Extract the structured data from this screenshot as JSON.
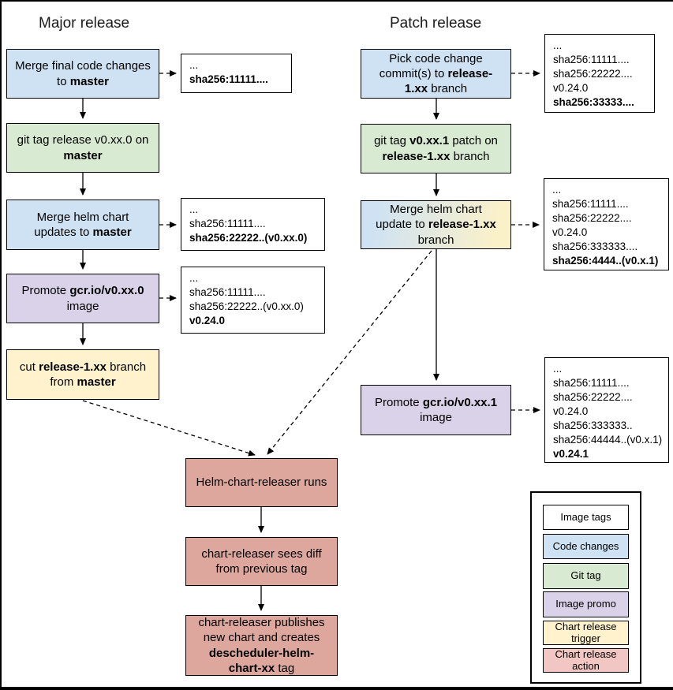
{
  "titles": {
    "major": "Major release",
    "patch": "Patch release"
  },
  "colors": {
    "code_changes": "#cfe2f3",
    "git_tag": "#d9ead3",
    "image_promo": "#d9d2e9",
    "chart_release_trigger": "#fff2cc",
    "chart_release_action": "#dda79e",
    "legend_action": "#f2c7c3",
    "image_tags": "#ffffff",
    "gradient_from": "#cfe2f3",
    "gradient_to": "#fbf1c9",
    "border": "#000000"
  },
  "major_flow": {
    "step1": [
      {
        "t": "Merge final code changes to ",
        "b": false
      },
      {
        "t": "master",
        "b": true
      }
    ],
    "step2": [
      {
        "t": "git tag release v0.xx.0 on ",
        "b": false
      },
      {
        "t": "master",
        "b": true
      }
    ],
    "step3": [
      {
        "t": "Merge helm chart updates to ",
        "b": false
      },
      {
        "t": "master",
        "b": true
      }
    ],
    "step4": [
      {
        "t": "Promote ",
        "b": false
      },
      {
        "t": "gcr.io/v0.xx.0",
        "b": true
      },
      {
        "t": " image",
        "b": false
      }
    ],
    "step5": [
      {
        "t": "cut ",
        "b": false
      },
      {
        "t": "release-1.xx",
        "b": true
      },
      {
        "t": " branch from ",
        "b": false
      },
      {
        "t": "master",
        "b": true
      }
    ]
  },
  "patch_flow": {
    "step1": [
      {
        "t": "Pick code change commit(s) to ",
        "b": false
      },
      {
        "t": "release-1.xx",
        "b": true
      },
      {
        "t": " branch",
        "b": false
      }
    ],
    "step2": [
      {
        "t": "git tag ",
        "b": false
      },
      {
        "t": "v0.xx.1",
        "b": true
      },
      {
        "t": " patch on ",
        "b": false
      },
      {
        "t": "release-1.xx",
        "b": true
      },
      {
        "t": " branch",
        "b": false
      }
    ],
    "step3": [
      {
        "t": "Merge helm chart update to ",
        "b": false
      },
      {
        "t": "release-1.xx",
        "b": true
      },
      {
        "t": " branch",
        "b": false
      }
    ],
    "step4": [
      {
        "t": "Promote ",
        "b": false
      },
      {
        "t": "gcr.io/v0.xx.1",
        "b": true
      },
      {
        "t": " image",
        "b": false
      }
    ]
  },
  "action_flow": {
    "step1": [
      {
        "t": "Helm-chart-releaser runs",
        "b": false
      }
    ],
    "step2": [
      {
        "t": "chart-releaser sees diff from previous tag",
        "b": false
      }
    ],
    "step3": [
      {
        "t": "chart-releaser publishes new chart and creates ",
        "b": false
      },
      {
        "t": "descheduler-helm-chart-xx",
        "b": true
      },
      {
        "t": " tag",
        "b": false
      }
    ]
  },
  "annotations": {
    "major_tags_1": [
      {
        "t": "...",
        "b": false
      },
      {
        "t": "sha256:11111....",
        "b": true
      }
    ],
    "major_tags_2": [
      {
        "t": "...",
        "b": false
      },
      {
        "t": "sha256:11111....",
        "b": false
      },
      {
        "t": "sha256:22222..(v0.xx.0)",
        "b": true
      }
    ],
    "major_tags_3": [
      {
        "t": "...",
        "b": false
      },
      {
        "t": "sha256:11111....",
        "b": false
      },
      {
        "t": "sha256:22222..(v0.xx.0)",
        "b": false
      },
      {
        "t": "v0.24.0",
        "b": true
      }
    ],
    "patch_tags_1": [
      {
        "t": "...",
        "b": false
      },
      {
        "t": "sha256:11111....",
        "b": false
      },
      {
        "t": "sha256:22222....",
        "b": false
      },
      {
        "t": "v0.24.0",
        "b": false
      },
      {
        "t": "sha256:33333....",
        "b": true
      }
    ],
    "patch_tags_2": [
      {
        "t": "...",
        "b": false
      },
      {
        "t": "sha256:11111....",
        "b": false
      },
      {
        "t": "sha256:22222....",
        "b": false
      },
      {
        "t": "v0.24.0",
        "b": false
      },
      {
        "t": "sha256:333333....",
        "b": false
      },
      {
        "t": "sha256:4444..(v0.x.1)",
        "b": true
      }
    ],
    "patch_tags_3": [
      {
        "t": "...",
        "b": false
      },
      {
        "t": "sha256:11111....",
        "b": false
      },
      {
        "t": "sha256:22222....",
        "b": false
      },
      {
        "t": "v0.24.0",
        "b": false
      },
      {
        "t": "sha256:333333..",
        "b": false
      },
      {
        "t": "sha256:44444..(v0.x.1)",
        "b": false
      },
      {
        "t": "v0.24.1",
        "b": true
      }
    ]
  },
  "legend": {
    "items": [
      {
        "label": "Image tags",
        "color": "#ffffff"
      },
      {
        "label": "Code changes",
        "color": "#cfe2f3"
      },
      {
        "label": "Git tag",
        "color": "#d9ead3"
      },
      {
        "label": "Image promo",
        "color": "#d9d2e9"
      },
      {
        "label": "Chart release trigger",
        "color": "#fff2cc"
      },
      {
        "label": "Chart release action",
        "color": "#f2c7c3"
      }
    ]
  }
}
